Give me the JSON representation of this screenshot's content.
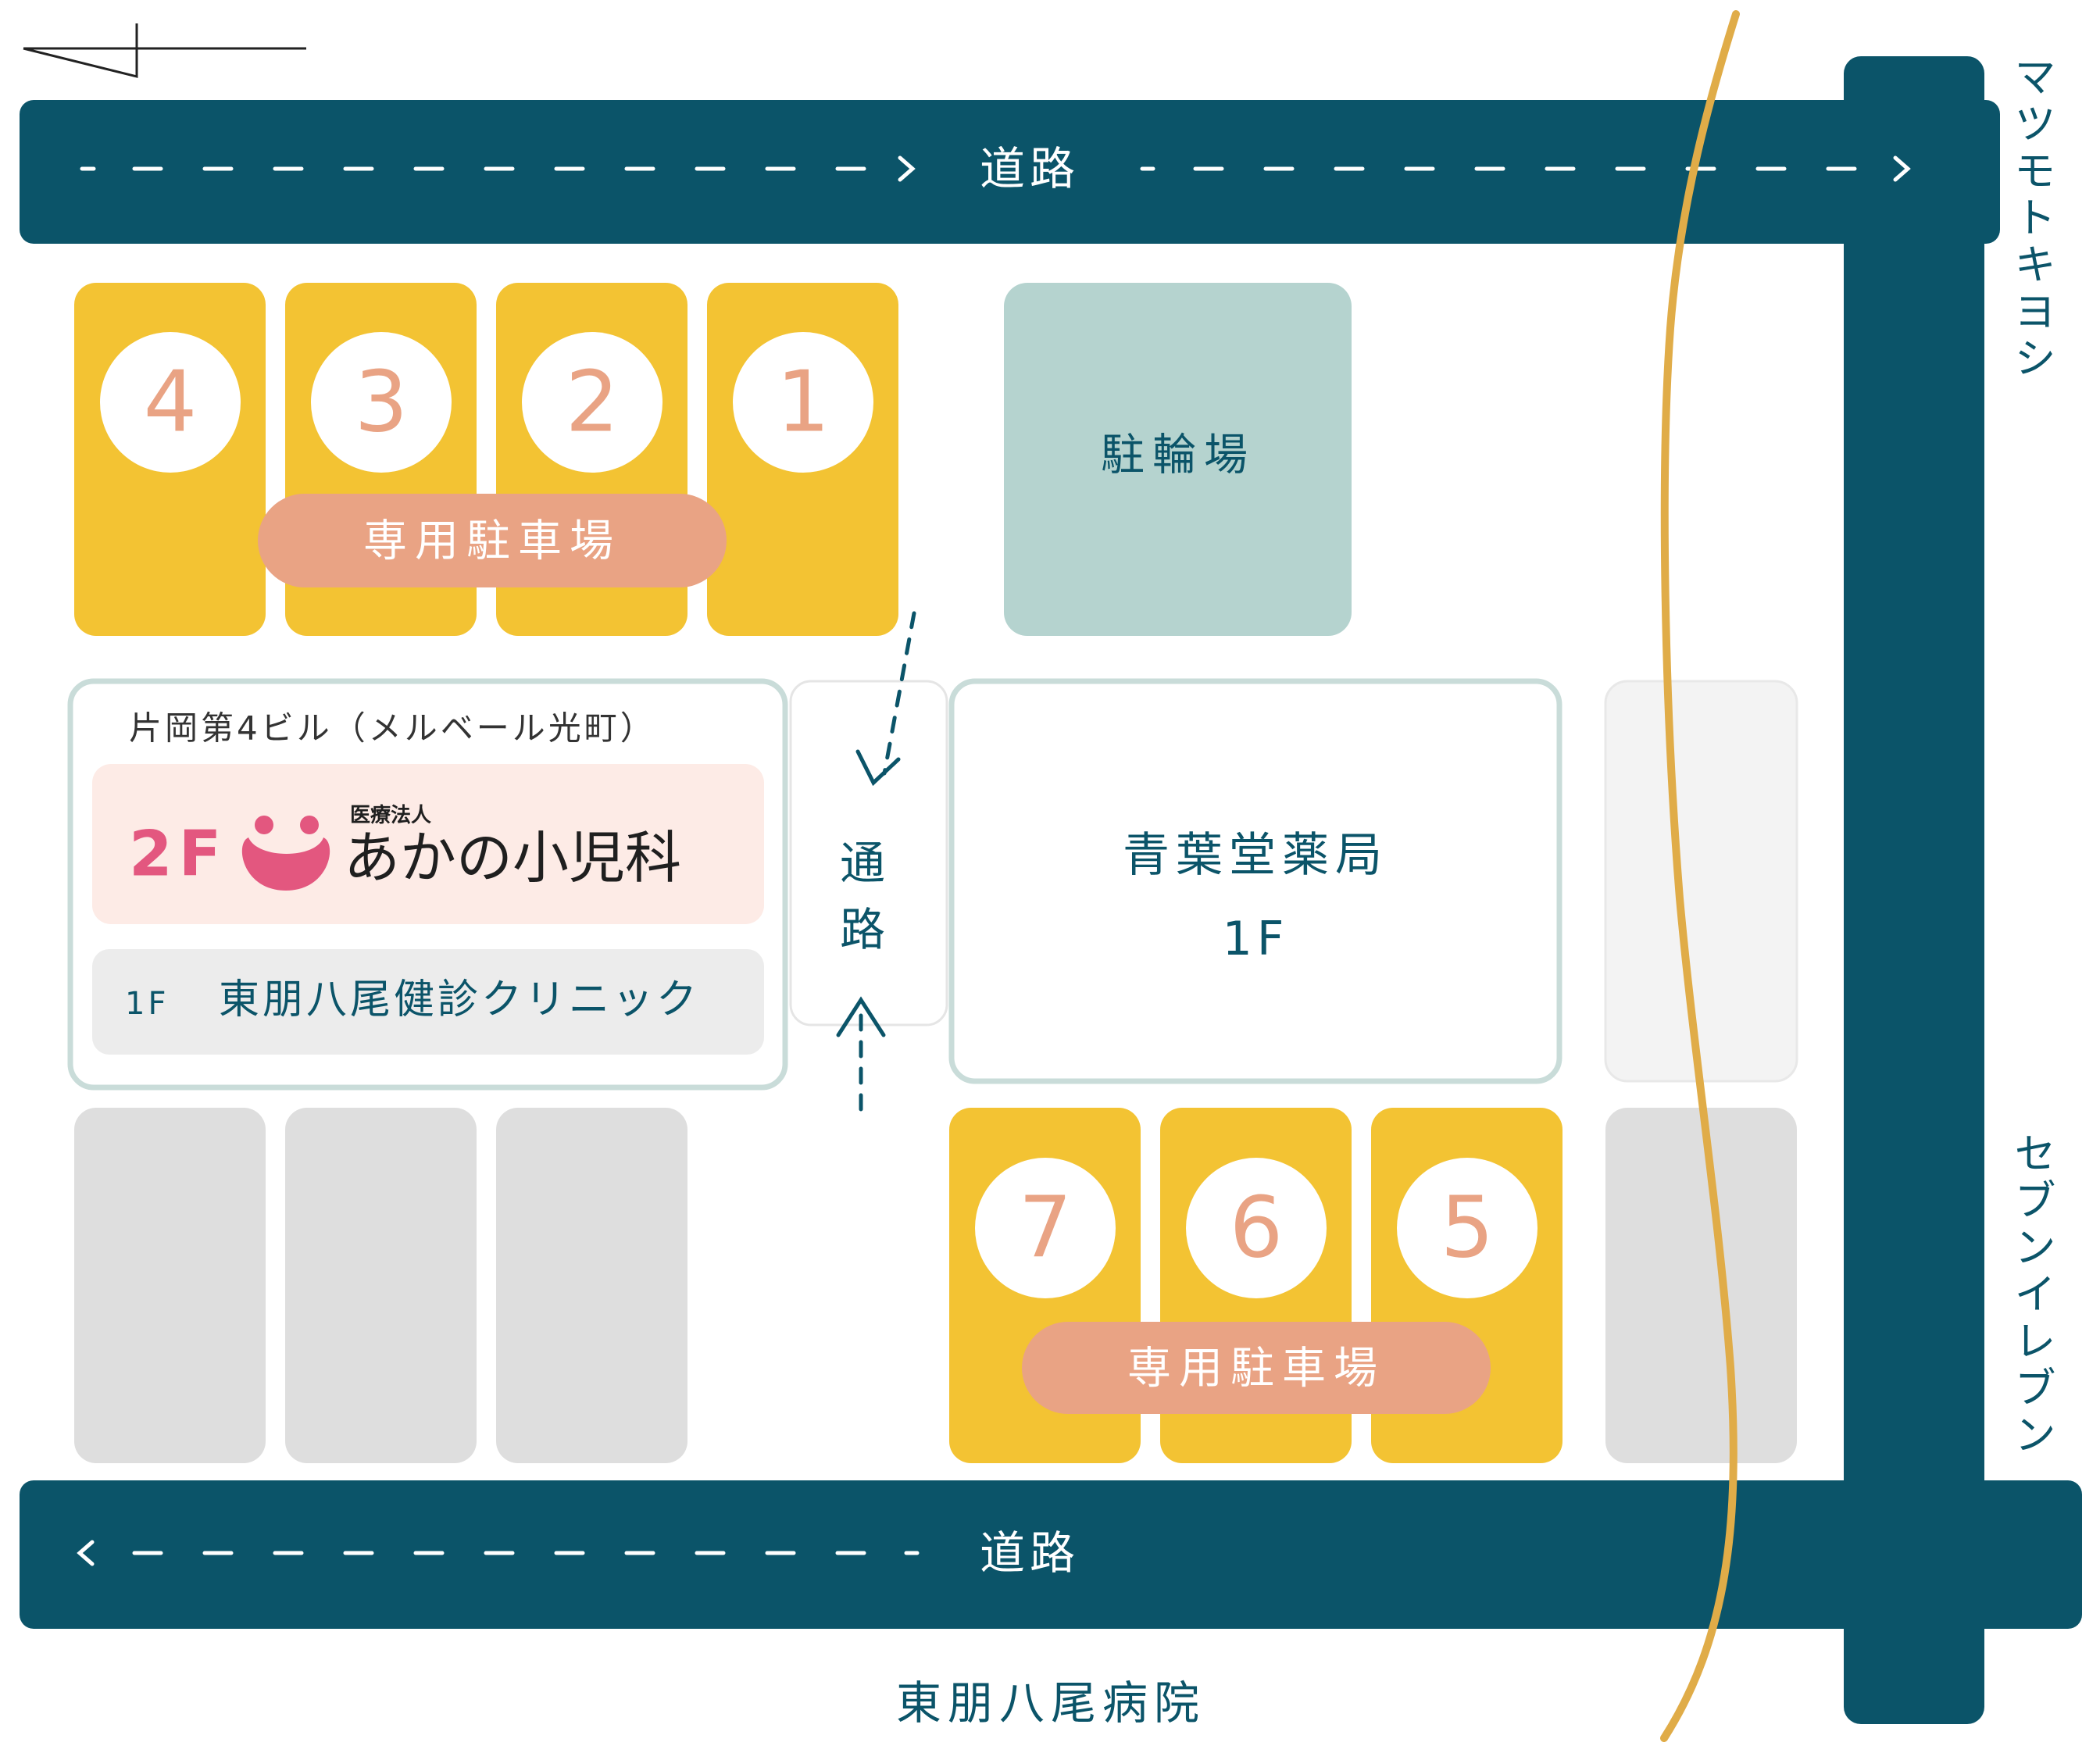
{
  "colors": {
    "road": "#0b5469",
    "parking": "#f3c333",
    "parking_label_bg": "#e9a384",
    "bicycle": "#b5d3cf",
    "gray_lot": "#dedede",
    "light_gray": "#f3f3f3",
    "outline": "#c9dcd9",
    "pink_panel": "#fdebe6",
    "gray_panel": "#ececec",
    "pink_text": "#e3577f",
    "number_text": "#e9a384",
    "railway": "#e0ac48",
    "label_text": "#0b5469"
  },
  "icons": {
    "compass": "north-arrow-icon",
    "clinic_logo": "smile-face-icon",
    "arrow": "chevron-arrow-icon"
  },
  "roads": {
    "top_label": "道路",
    "bottom_label": "道路",
    "passage_label": "通路"
  },
  "parking": {
    "spots_top": [
      "4",
      "3",
      "2",
      "1"
    ],
    "spots_bottom": [
      "7",
      "6",
      "5"
    ],
    "label_top": "専用駐車場",
    "label_bottom": "専用駐車場"
  },
  "bicycle_parking": "駐輪場",
  "building": {
    "name": "片岡第4ビル（メルベール光町）",
    "floor2": {
      "floor": "2F",
      "prefix": "医療法人",
      "name": "あかの小児科"
    },
    "floor1": {
      "floor": "1F",
      "name": "東朋八尾健診クリニック"
    }
  },
  "pharmacy": {
    "name": "青葉堂薬局",
    "floor": "1F"
  },
  "landmarks": {
    "top_right": "マツモトキヨシ",
    "right": "セブンイレブン",
    "bottom": "東朋八尾病院"
  }
}
